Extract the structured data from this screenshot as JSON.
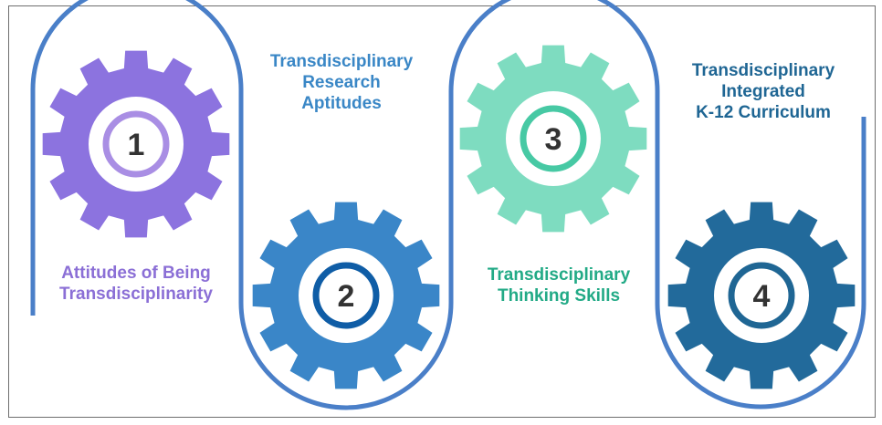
{
  "steps": [
    {
      "number": "1",
      "label_lines": [
        "Attitudes of Being",
        "Transdisciplinarity"
      ],
      "gear_color": "#8c73df",
      "ring_color": "#a98ee4",
      "text_color": "#8b6fd6"
    },
    {
      "number": "2",
      "label_lines": [
        "Transdisciplinary",
        "Research",
        "Aptitudes"
      ],
      "gear_color": "#3a86c8",
      "ring_color": "#0f5da6",
      "text_color": "#3a87c6"
    },
    {
      "number": "3",
      "label_lines": [
        "Transdisciplinary",
        "Thinking Skills"
      ],
      "gear_color": "#7edcc0",
      "ring_color": "#47c9a4",
      "text_color": "#22aa86"
    },
    {
      "number": "4",
      "label_lines": [
        "Transdisciplinary",
        "Integrated",
        "K-12 Curriculum"
      ],
      "gear_color": "#226a9b",
      "ring_color": "#1f6694",
      "text_color": "#1f6694"
    }
  ],
  "path_color": "#4a7fc8"
}
